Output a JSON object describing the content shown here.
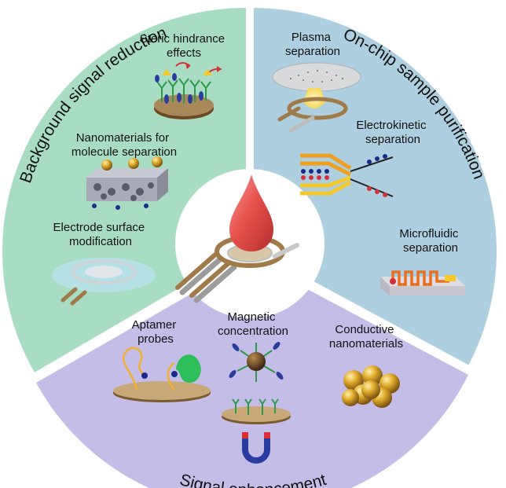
{
  "sections": {
    "background": {
      "title": "Background signal reduction",
      "color": "#a8ddc4",
      "items": {
        "steric": [
          "Steric hindrance",
          "effects"
        ],
        "nanomaterials": [
          "Nanomaterials for",
          "molecule separation"
        ],
        "electrode": [
          "Electrode surface",
          "modification"
        ]
      }
    },
    "onchip": {
      "title": "On-chip sample purification",
      "color": "#aecfe0",
      "items": {
        "plasma": [
          "Plasma",
          "separation"
        ],
        "electrokinetic": [
          "Electrokinetic",
          "separation"
        ],
        "microfluidic": [
          "Microfluidic",
          "separation"
        ]
      }
    },
    "signal": {
      "title": "Signal enhancement",
      "color": "#c3bde8",
      "items": {
        "aptamer": [
          "Aptamer",
          "probes"
        ],
        "magnetic": [
          "Magnetic",
          "concentration"
        ],
        "conductive": [
          "Conductive",
          "nanomaterials"
        ]
      }
    }
  },
  "colors": {
    "drop": "#e8524f",
    "electrode": "#a07a48",
    "gold": "#d9a21e",
    "blue_dot": "#1a2a8a",
    "red_dot": "#d8303a",
    "yellow": "#f3c92d",
    "orange": "#e88a22"
  }
}
